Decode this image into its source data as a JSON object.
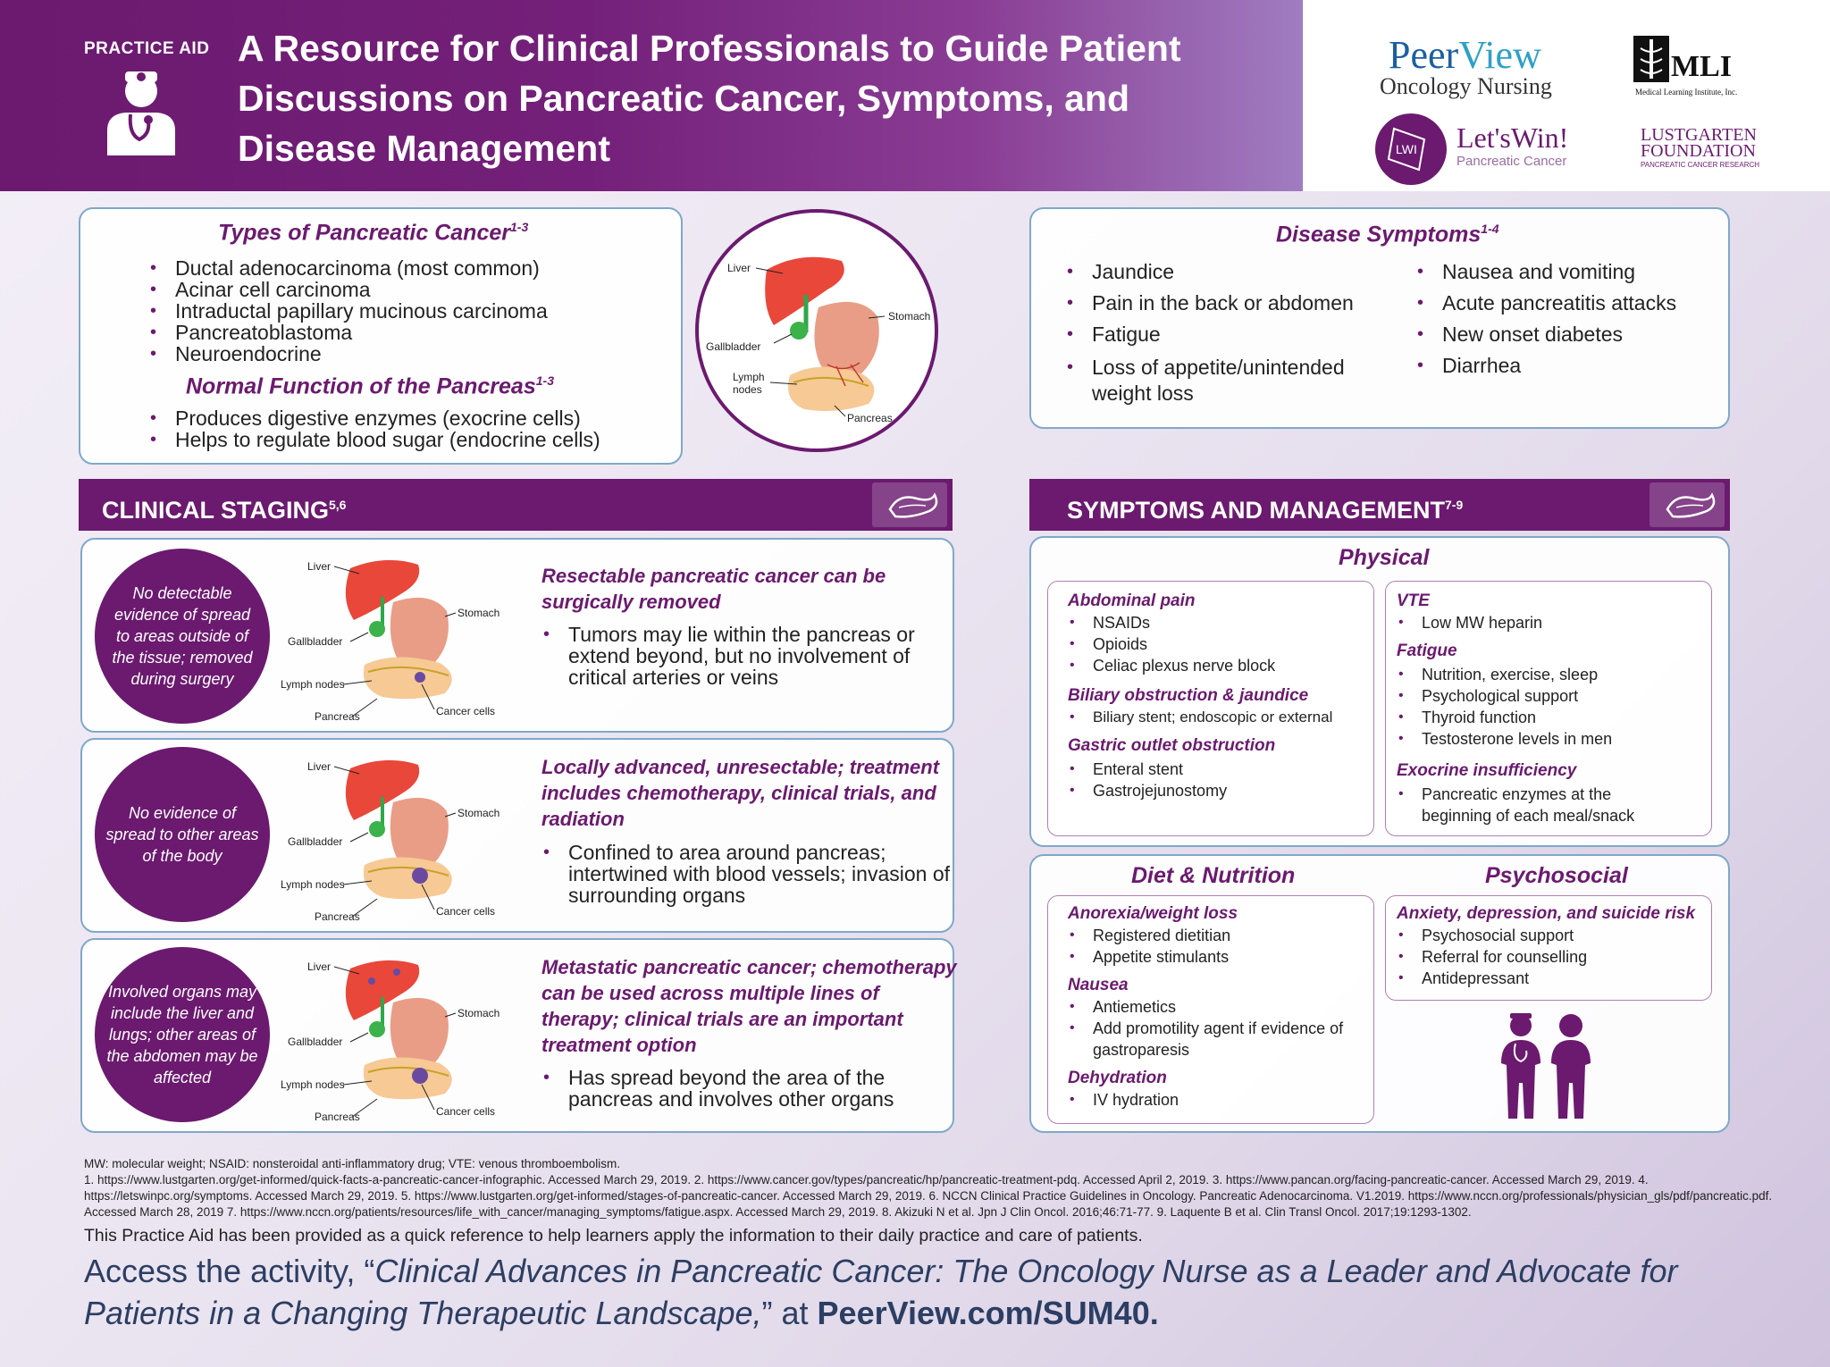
{
  "header": {
    "practice_aid": "PRACTICE AID",
    "title": "A Resource for Clinical Professionals to Guide Patient Discussions on Pancreatic Cancer, Symptoms, and Disease Management"
  },
  "logos": {
    "peerview_1": "Peer",
    "peerview_2": "View",
    "peerview_sub": "Oncology Nursing",
    "mli": "MLI",
    "mli_sub": "Medical Learning Institute, Inc.",
    "letswin": "Let'sWin!",
    "letswin_sub": "Pancreatic Cancer",
    "letswin_badge": "LWI",
    "lustgarten_1": "LUSTGARTEN",
    "lustgarten_2": "FOUNDATION",
    "lustgarten_sub": "PANCREATIC CANCER RESEARCH"
  },
  "types": {
    "title": "Types of Pancreatic Cancer",
    "sup": "1-3",
    "items": [
      "Ductal adenocarcinoma (most common)",
      "Acinar cell carcinoma",
      "Intraductal papillary mucinous carcinoma",
      "Pancreatoblastoma",
      "Neuroendocrine"
    ]
  },
  "normal": {
    "title": "Normal Function of the Pancreas",
    "sup": "1-3",
    "items": [
      "Produces digestive enzymes (exocrine cells)",
      "Helps to regulate blood sugar (endocrine cells)"
    ]
  },
  "anatomy_labels": {
    "liver": "Liver",
    "stomach": "Stomach",
    "gallbladder": "Gallbladder",
    "lymph": "Lymph nodes",
    "lymph_1": "Lymph",
    "lymph_2": "nodes",
    "pancreas": "Pancreas",
    "cancer": "Cancer cells"
  },
  "symptoms": {
    "title": "Disease Symptoms",
    "sup": "1-4",
    "left": [
      "Jaundice",
      "Pain in the back or abdomen",
      "Fatigue",
      "Loss of appetite/unintended weight loss"
    ],
    "right": [
      "Nausea and vomiting",
      "Acute pancreatitis attacks",
      "New onset diabetes",
      "Diarrhea"
    ]
  },
  "staging": {
    "title": "CLINICAL STAGING",
    "sup": "5,6",
    "stages": [
      {
        "circle": "No detectable evidence of spread to areas outside of the tissue; removed during surgery",
        "head": "Resectable pancreatic cancer can be surgically removed",
        "desc": "Tumors may lie within the pancreas or extend beyond, but no involvement of critical arteries or veins"
      },
      {
        "circle": "No evidence of spread to other areas of the body",
        "head": "Locally advanced, unresectable; treatment includes chemotherapy, clinical trials, and radiation",
        "desc": "Confined to area around pancreas; intertwined with blood vessels; invasion of surrounding organs"
      },
      {
        "circle": "Involved organs may include the liver and lungs; other areas of the abdomen may be affected",
        "head": "Metastatic pancreatic cancer; chemotherapy can be used across multiple lines of therapy; clinical trials are an important treatment option",
        "desc": "Has spread beyond the area of the pancreas and involves other organs"
      }
    ]
  },
  "management": {
    "title": "SYMPTOMS AND MANAGEMENT",
    "sup": "7-9",
    "physical": "Physical",
    "diet": "Diet & Nutrition",
    "psychosocial": "Psychosocial",
    "abdominal_pain": {
      "h": "Abdominal pain",
      "items": [
        "NSAIDs",
        "Opioids",
        "Celiac plexus nerve block"
      ]
    },
    "biliary": {
      "h": "Biliary obstruction & jaundice",
      "items": [
        "Biliary stent; endoscopic or external"
      ]
    },
    "gastric": {
      "h": "Gastric outlet obstruction",
      "items": [
        "Enteral stent",
        "Gastrojejunostomy"
      ]
    },
    "vte": {
      "h": "VTE",
      "items": [
        "Low MW heparin"
      ]
    },
    "fatigue": {
      "h": "Fatigue",
      "items": [
        "Nutrition, exercise, sleep",
        "Psychological support",
        "Thyroid function",
        "Testosterone levels in men"
      ]
    },
    "exocrine": {
      "h": "Exocrine insufficiency",
      "items": [
        "Pancreatic enzymes at the beginning of each meal/snack"
      ]
    },
    "anorexia": {
      "h": "Anorexia/weight loss",
      "items": [
        "Registered dietitian",
        "Appetite stimulants"
      ]
    },
    "nausea": {
      "h": "Nausea",
      "items": [
        "Antiemetics",
        "Add promotility agent if evidence of gastroparesis"
      ]
    },
    "dehydration": {
      "h": "Dehydration",
      "items": [
        "IV hydration"
      ]
    },
    "anxiety": {
      "h": "Anxiety, depression, and suicide risk",
      "items": [
        "Psychosocial support",
        "Referral for counselling",
        "Antidepressant"
      ]
    }
  },
  "footer": {
    "abbrev": "MW: molecular weight; NSAID: nonsteroidal anti-inflammatory drug; VTE: venous thromboembolism.",
    "refs": "1. https://www.lustgarten.org/get-informed/quick-facts-a-pancreatic-cancer-infographic. Accessed March 29, 2019. 2. https://www.cancer.gov/types/pancreatic/hp/pancreatic-treatment-pdq. Accessed April 2, 2019. 3. https://www.pancan.org/facing-pancreatic-cancer. Accessed March 29, 2019. 4. https://letswinpc.org/symptoms. Accessed March 29, 2019. 5. https://www.lustgarten.org/get-informed/stages-of-pancreatic-cancer. Accessed March 29, 2019. 6. NCCN Clinical Practice Guidelines in Oncology. Pancreatic Adenocarcinoma. V1.2019. https://www.nccn.org/professionals/physician_gls/pdf/pancreatic.pdf. Accessed March 28, 2019 7. https://www.nccn.org/patients/resources/life_with_cancer/managing_symptoms/fatigue.aspx. Accessed March 29, 2019. 8. Akizuki N et al. Jpn J Clin Oncol. 2016;46:71-77. 9. Laquente B et al. Clin Transl Oncol. 2017;19:1293-1302.",
    "provided": "This Practice Aid has been provided as a quick reference to help learners apply the information to their daily practice and care of patients.",
    "access_pre": "Access the activity, “",
    "access_title": "Clinical Advances in Pancreatic Cancer: The Oncology Nurse as a Leader and Advocate for Patients in a Changing Therapeutic Landscape,",
    "access_mid": "” at ",
    "access_url": "PeerView.com/SUM40."
  }
}
